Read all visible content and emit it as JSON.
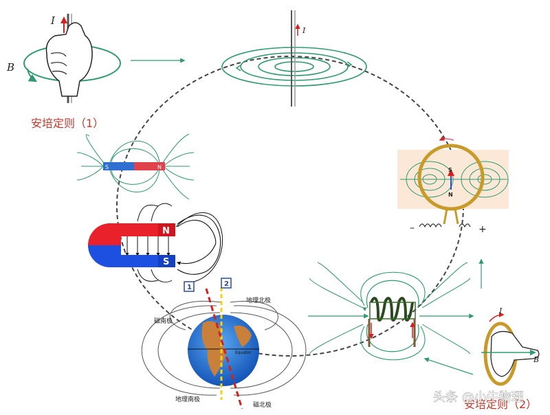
{
  "labels": {
    "rule1": "安培定则（1）",
    "rule2": "安培定则（2）",
    "current_I": "I",
    "field_B": "B",
    "wire_I": "I",
    "hand2_I": "I",
    "hand2_B": "B"
  },
  "bar_magnet": {
    "s": "S",
    "n": "N",
    "s_color": "#2f6fd1",
    "n_color": "#e0424c"
  },
  "u_magnet": {
    "n": "N",
    "s": "S",
    "n_color": "#e8212b",
    "s_color": "#1d4fe0"
  },
  "ring": {
    "s": "S",
    "n": "N",
    "minus": "–",
    "plus": "+"
  },
  "earth": {
    "badge1": "1",
    "badge2": "2",
    "geo_north": "地理北极",
    "mag_south": "磁南极",
    "geo_south": "地理南极",
    "mag_north": "磁北极",
    "equator": "Equator"
  },
  "watermark": "头条 @小牛物理",
  "colors": {
    "field_line": "#2e9a6e",
    "rule_text": "#c0392b",
    "ring_gold": "#c79a2a",
    "ocean": "#1e6fd6"
  }
}
